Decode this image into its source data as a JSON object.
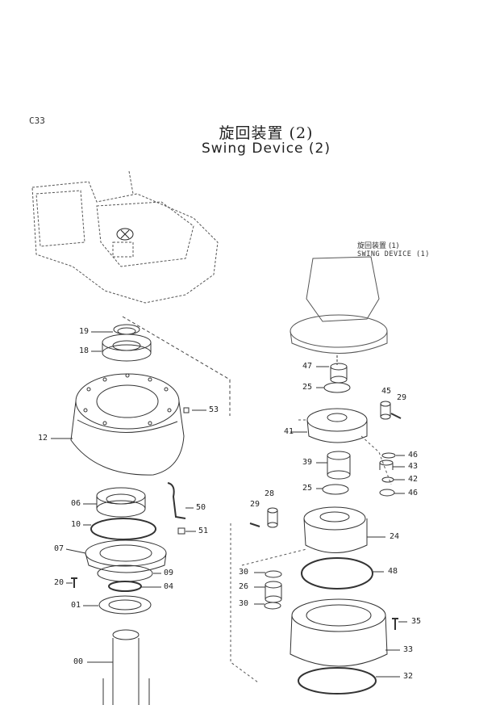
{
  "page_code": "C33",
  "title_ja": "旋回装置 (2)",
  "title_en": "Swing Device (2)",
  "reference": {
    "ja": "旋回装置 (1)",
    "en": "SWING DEVICE (1)"
  },
  "callouts": {
    "p19": "19",
    "p18": "18",
    "p53": "53",
    "p12": "12",
    "p06": "06",
    "p50": "50",
    "p10": "10",
    "p51": "51",
    "p07": "07",
    "p09": "09",
    "p20": "20",
    "p04": "04",
    "p01": "01",
    "p00": "00",
    "p47": "47",
    "p25a": "25",
    "p45": "45",
    "p29a": "29",
    "p41": "41",
    "p46a": "46",
    "p39": "39",
    "p43": "43",
    "p42": "42",
    "p46b": "46",
    "p25b": "25",
    "p28": "28",
    "p29b": "29",
    "p24": "24",
    "p30a": "30",
    "p48": "48",
    "p26": "26",
    "p30b": "30",
    "p35": "35",
    "p33": "33",
    "p32": "32"
  }
}
